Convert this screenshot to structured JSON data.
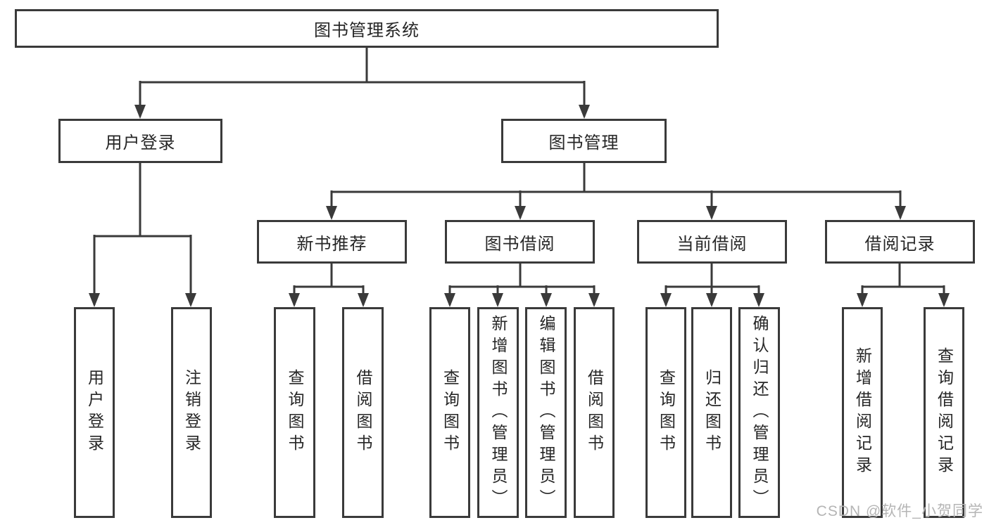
{
  "diagram": {
    "root": "图书管理系统",
    "level2": {
      "user_login": "用户登录",
      "book_management": "图书管理"
    },
    "level3": {
      "new_book_recommend": "新书推荐",
      "book_borrow": "图书借阅",
      "current_borrow": "当前借阅",
      "borrow_records": "借阅记录"
    },
    "leaves": {
      "user_login": "用户登录",
      "logout": "注销登录",
      "nbr_query_books": "查询图书",
      "nbr_borrow_books": "借阅图书",
      "bb_query_books": "查询图书",
      "bb_add_books": "新增图书（管理员）",
      "bb_edit_books": "编辑图书（管理员）",
      "bb_borrow_books": "借阅图书",
      "cb_query_books": "查询图书",
      "cb_return_books": "归还图书",
      "cb_confirm_return": "确认归还（管理员）",
      "br_add_record": "新增借阅记录",
      "br_query_record": "查询借阅记录"
    },
    "watermark": "CSDN @软件_小贺同学",
    "colors": {
      "line": "#3a3a3a",
      "text": "#262626",
      "watermark": "#b5b5b5",
      "background": "#ffffff"
    }
  }
}
